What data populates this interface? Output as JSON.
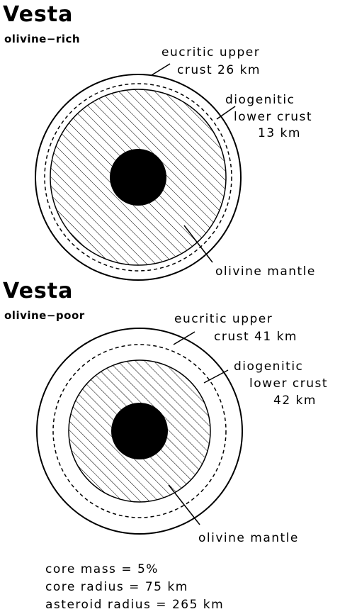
{
  "panels": [
    {
      "title": "Vesta",
      "subtitle": "olivine−rich",
      "upper_crust": [
        "eucritic upper",
        "crust 26 km"
      ],
      "lower_crust": [
        "diogenitic",
        "lower crust",
        "13 km"
      ],
      "mantle": "olivine mantle"
    },
    {
      "title": "Vesta",
      "subtitle": "olivine−poor",
      "upper_crust": [
        "eucritic upper",
        "crust 41 km"
      ],
      "lower_crust": [
        "diogenitic",
        "lower crust",
        "42 km"
      ],
      "mantle": "olivine mantle"
    }
  ],
  "footer": [
    "core mass = 5%",
    "core radius = 75 km",
    "asteroid radius = 265 km"
  ]
}
